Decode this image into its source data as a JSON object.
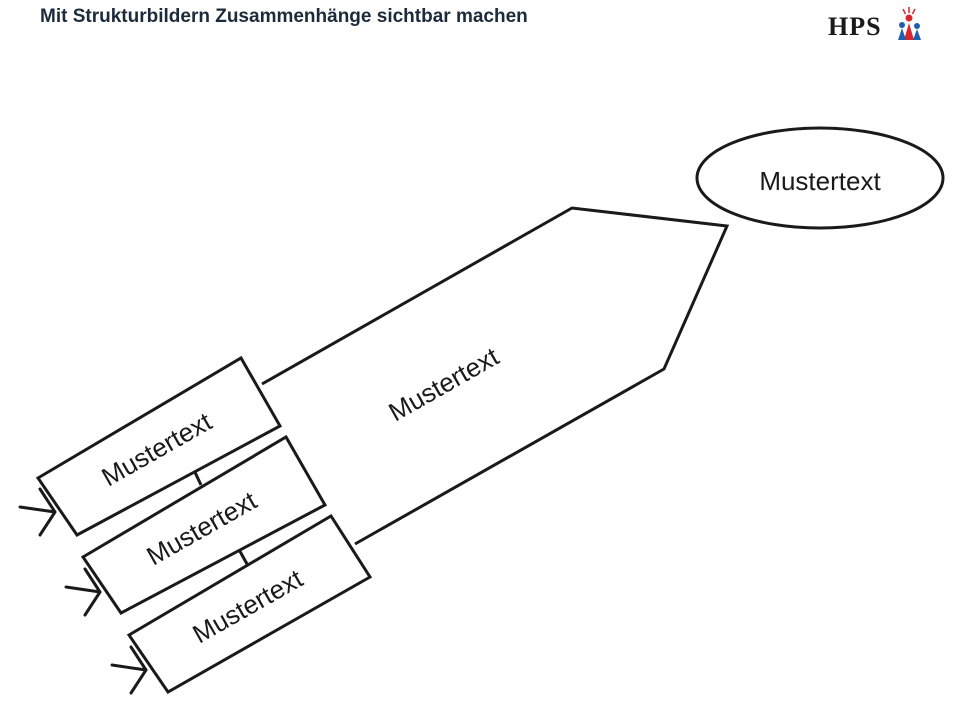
{
  "header": {
    "title": "Mit Strukturbildern Zusammenhänge sichtbar machen",
    "logo_text": "HPS"
  },
  "diagram": {
    "goal_label": "Mustertext",
    "arrow_label": "Mustertext",
    "blocks": [
      {
        "label": "Mustertext"
      },
      {
        "label": "Mustertext"
      },
      {
        "label": "Mustertext"
      }
    ]
  },
  "colors": {
    "stroke": "#1a1a1a",
    "title": "#1c2b3a",
    "logo_red": "#d7262d",
    "logo_blue": "#1f5fb0"
  },
  "icons": [
    "hps-logo-icon",
    "arrow-icon"
  ]
}
